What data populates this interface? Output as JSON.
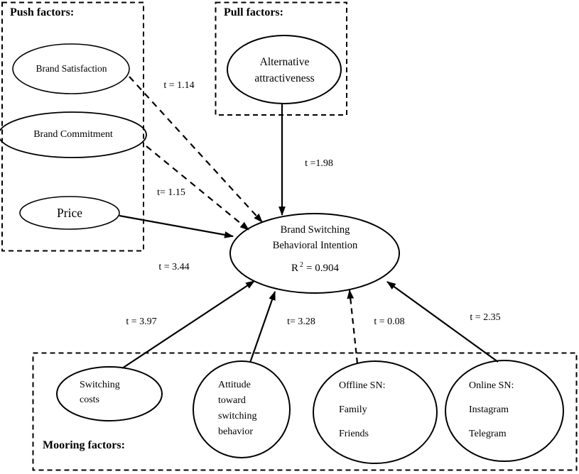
{
  "figure": {
    "background": "#ffffff",
    "line_color": "#000000"
  },
  "groups": {
    "push": {
      "title": "Push factors:"
    },
    "pull": {
      "title": "Pull factors:"
    },
    "mooring": {
      "title": "Mooring factors:"
    }
  },
  "nodes": {
    "brand_satisfaction": {
      "lines": [
        "Brand Satisfaction"
      ]
    },
    "brand_commitment": {
      "lines": [
        "Brand Commitment"
      ]
    },
    "price": {
      "lines": [
        "Price"
      ]
    },
    "alternative_attractiveness": {
      "lines": [
        "Alternative",
        "attractiveness"
      ]
    },
    "central": {
      "lines": [
        "Brand Switching",
        "Behavioral Intention"
      ],
      "r2": {
        "base": "R",
        "sup": "2",
        "rest": "= 0.904"
      }
    },
    "switching_costs": {
      "lines": [
        "Switching",
        "costs"
      ]
    },
    "attitude": {
      "lines": [
        "Attitude",
        "toward",
        "switching",
        "behavior"
      ]
    },
    "offline_sn": {
      "lines": [
        "Offline SN:",
        "Family",
        "Friends"
      ]
    },
    "online_sn": {
      "lines": [
        "Online SN:",
        "Instagram",
        "Telegram"
      ]
    }
  },
  "paths": [
    {
      "id": "satisfaction-to-intention",
      "label": "t = 1.14",
      "style": "dashed"
    },
    {
      "id": "commitment-to-intention",
      "label": "t= 1.15",
      "style": "dashed"
    },
    {
      "id": "price-to-intention",
      "label": "t = 3.44",
      "style": "solid"
    },
    {
      "id": "alternative-to-intention",
      "label": "t =1.98",
      "style": "solid"
    },
    {
      "id": "switching-costs-to-intention",
      "label": "t = 3.97",
      "style": "solid"
    },
    {
      "id": "attitude-to-intention",
      "label": "t= 3.28",
      "style": "solid"
    },
    {
      "id": "offline-sn-to-intention",
      "label": "t = 0.08",
      "style": "dashed"
    },
    {
      "id": "online-sn-to-intention",
      "label": "t = 2.35",
      "style": "solid"
    }
  ]
}
